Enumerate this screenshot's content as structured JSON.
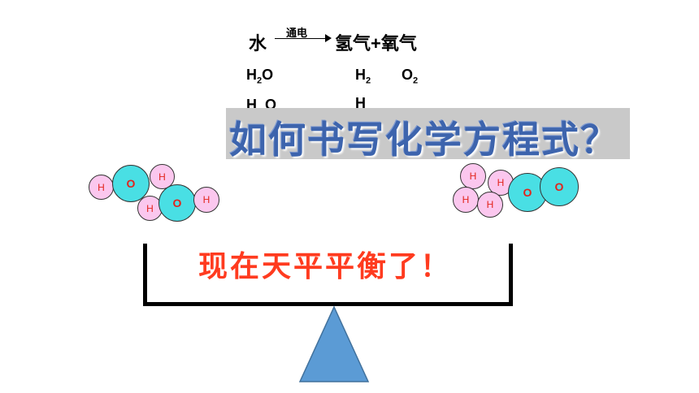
{
  "equation": {
    "reactant": "水",
    "condition": "通电",
    "products": "氢气+氧气"
  },
  "formulas_row1": {
    "water": {
      "base": "H",
      "sub": "2",
      "tail": "O"
    },
    "hydrogen": {
      "base": "H",
      "sub": "2"
    },
    "oxygen": {
      "base": "O",
      "sub": "2"
    }
  },
  "formulas_row2": {
    "water_partial": "H  O",
    "hydrogen_partial": "H"
  },
  "banner_title": "如何书写化学方程式？",
  "balanced_text": "现在天平平衡了！",
  "atoms": {
    "hydrogen_label": "H",
    "oxygen_label": "O"
  },
  "colors": {
    "hydrogen_fill": "#fbc7ee",
    "oxygen_fill": "#49dfe4",
    "atom_label": "#e2241c",
    "banner_text": "#3d64ad",
    "balanced_text": "#ff3b1f",
    "fulcrum": "#5b9bd5"
  }
}
